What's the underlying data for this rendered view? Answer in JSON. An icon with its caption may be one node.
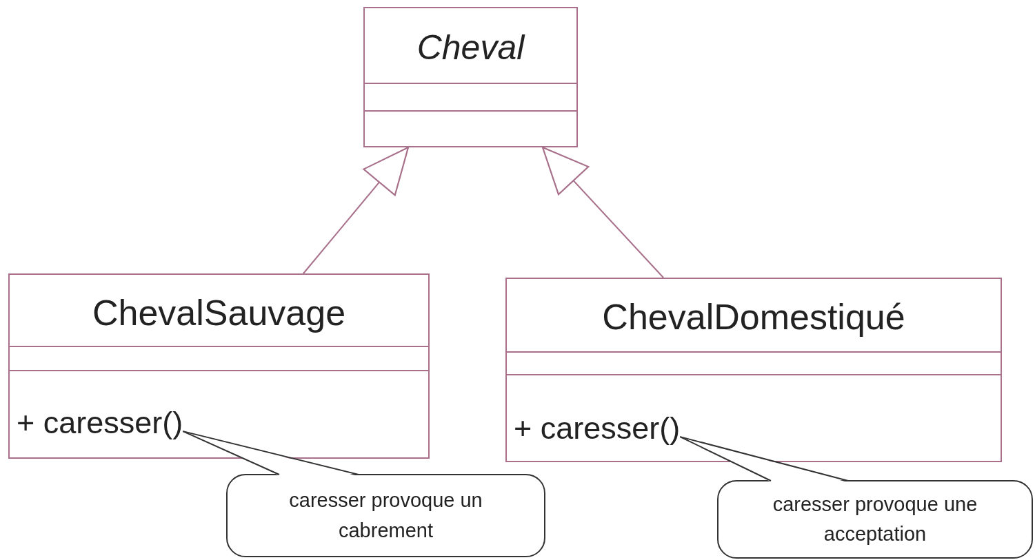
{
  "diagram": {
    "nodes": [
      {
        "text": [
          "Cheval"
        ]
      },
      {
        "text": [
          "ChevalSauvage"
        ]
      },
      {
        "text": [
          "+ caresser()"
        ],
        "in": 1
      },
      {
        "text": [
          "ChevalDomestiqué"
        ]
      },
      {
        "text": [
          "+ caresser()"
        ],
        "in": 3
      },
      {
        "text": [
          "caresser provoque un cabrement"
        ]
      },
      {
        "text": [
          "caresser provoque une acceptation"
        ]
      }
    ],
    "edges": [
      {
        "from": 1,
        "to": 0,
        "arrow": "to"
      },
      {
        "from": 3,
        "to": 0,
        "arrow": "to"
      },
      {
        "from": 5,
        "to": 2,
        "arrow": "none",
        "color": "#333333"
      },
      {
        "from": 6,
        "to": 4,
        "arrow": "none",
        "color": "#333333"
      }
    ]
  }
}
